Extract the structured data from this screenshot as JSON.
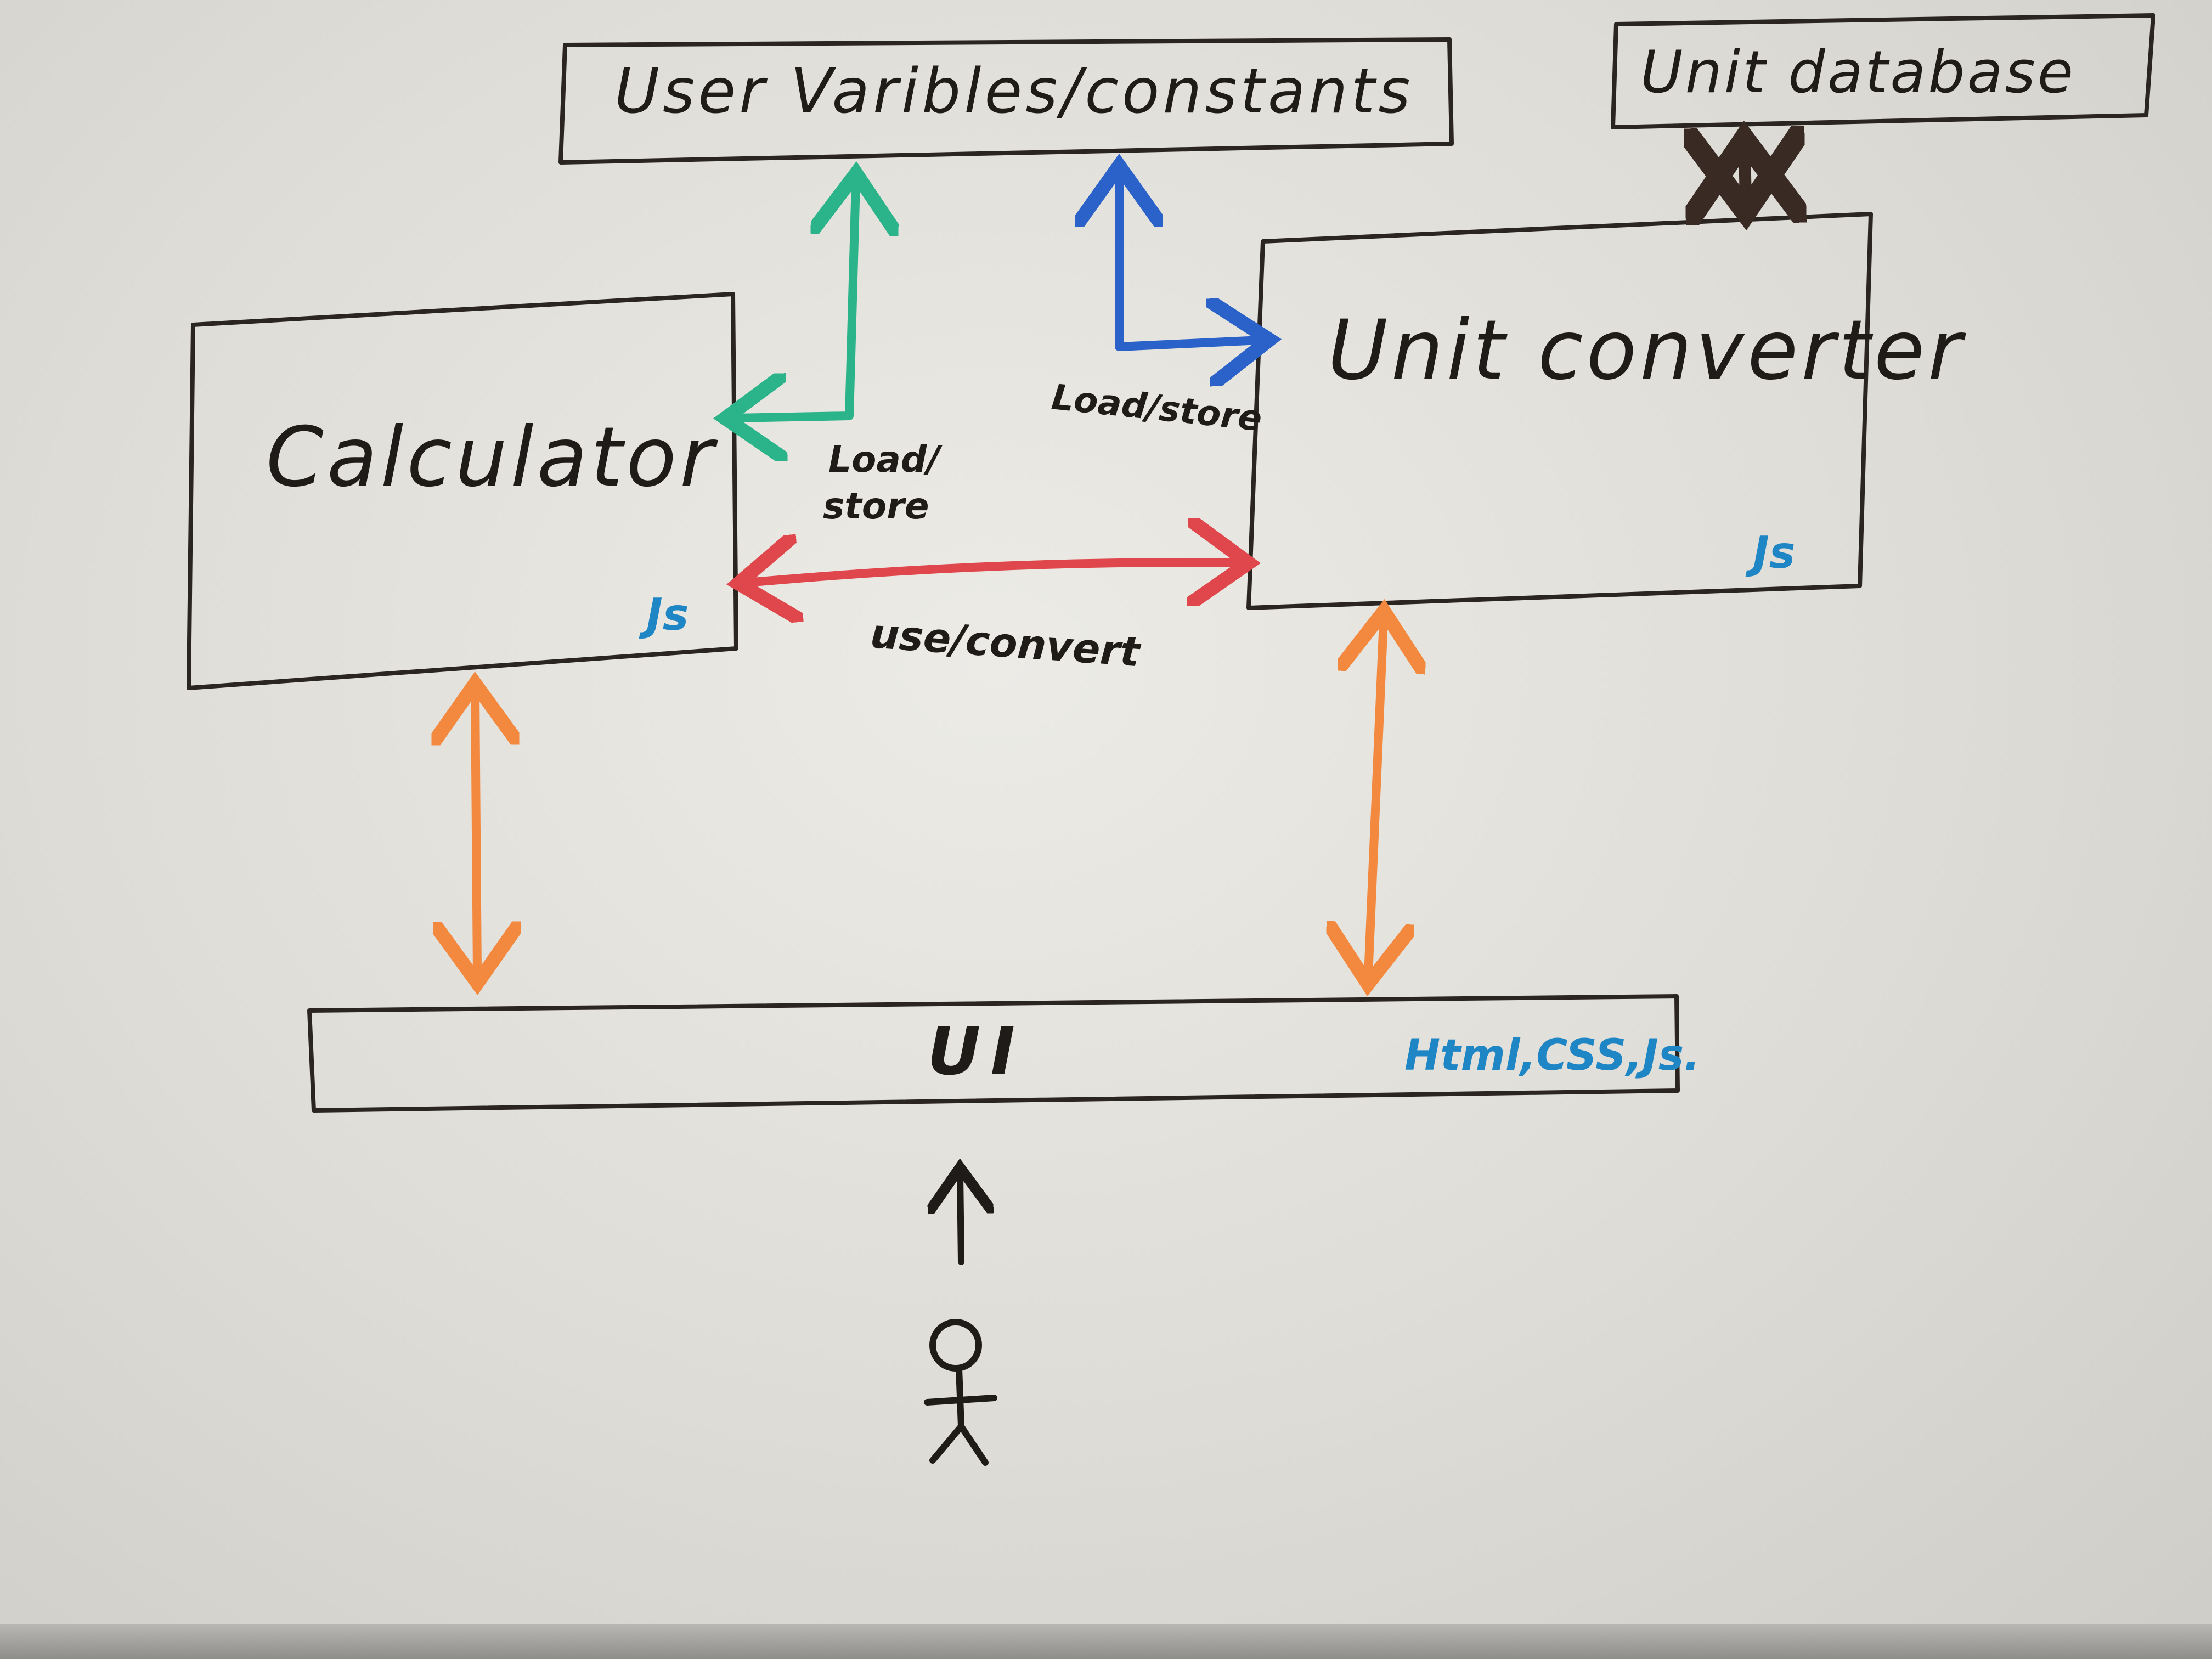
{
  "nodes": {
    "user_variables": {
      "label": "User Varibles/constants"
    },
    "unit_database": {
      "label": "Unit database"
    },
    "calculator": {
      "label": "Calculator",
      "tech": "Js"
    },
    "unit_converter": {
      "label": "Unit converter",
      "tech": "Js"
    },
    "ui": {
      "label": "UI",
      "tech": "Html,CSS,Js."
    }
  },
  "edges": [
    {
      "from": "calculator",
      "to": "user_variables",
      "label_line1": "Load/",
      "label_line2": "store",
      "color": "#2bb38a"
    },
    {
      "from": "unit_converter",
      "to": "user_variables",
      "label": "Load/store",
      "color": "#2a62c9"
    },
    {
      "from": "calculator",
      "to": "unit_converter",
      "label": "use/convert",
      "color": "#e0474c"
    },
    {
      "from": "unit_converter",
      "to": "unit_database",
      "label": "",
      "color": "#3a2a24"
    },
    {
      "from": "calculator",
      "to": "ui",
      "label": "",
      "color": "#f3893f"
    },
    {
      "from": "unit_converter",
      "to": "ui",
      "label": "",
      "color": "#f3893f"
    },
    {
      "from": "user",
      "to": "ui",
      "label": "",
      "color": "#1f1b19"
    }
  ],
  "actor": {
    "icon": "stick-figure-icon"
  }
}
